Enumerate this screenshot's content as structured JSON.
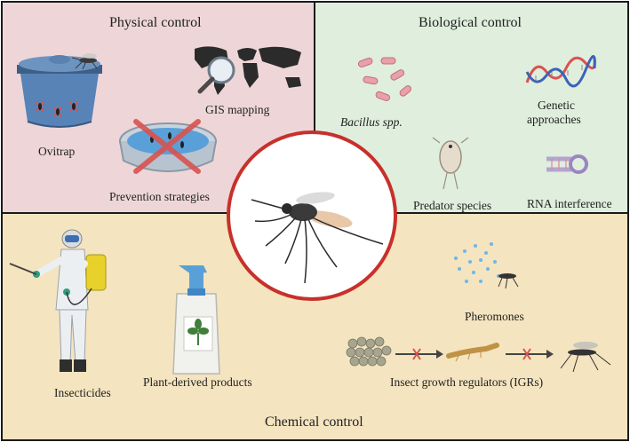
{
  "physical": {
    "title": "Physical control",
    "ovitrap": "Ovitrap",
    "gis": "GIS mapping",
    "prevention": "Prevention strategies"
  },
  "biological": {
    "title": "Biological control",
    "bacillus": "Bacillus spp.",
    "genetic_line1": "Genetic",
    "genetic_line2": "approaches",
    "predator": "Predator species",
    "rnai": "RNA interference"
  },
  "chemical": {
    "title": "Chemical control",
    "insecticides": "Insecticides",
    "plant": "Plant-derived products",
    "pheromones": "Pheromones",
    "igr": "Insect growth regulators (IGRs)"
  },
  "colors": {
    "physical_bg": "#eed6d8",
    "biological_bg": "#dfeedd",
    "chemical_bg": "#f4e4bf",
    "center_ring": "#c8302b",
    "cross": "#d9534f"
  }
}
